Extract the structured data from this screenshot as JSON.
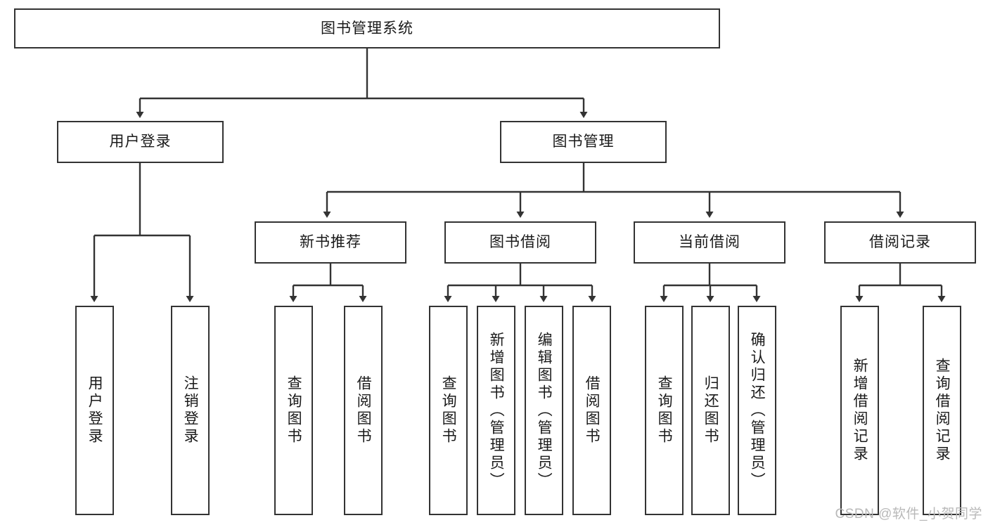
{
  "diagram": {
    "title": "图书管理系统",
    "type": "tree-hierarchy",
    "root": {
      "label": "图书管理系统"
    },
    "level2": [
      {
        "label": "用户登录"
      },
      {
        "label": "图书管理"
      }
    ],
    "level3": [
      {
        "label": "新书推荐"
      },
      {
        "label": "图书借阅"
      },
      {
        "label": "当前借阅"
      },
      {
        "label": "借阅记录"
      }
    ],
    "leaves": {
      "user_login": [
        {
          "label": "用户登录"
        },
        {
          "label": "注销登录"
        }
      ],
      "new_book_recommend": [
        {
          "label": "查询图书"
        },
        {
          "label": "借阅图书"
        }
      ],
      "book_borrow": [
        {
          "label": "查询图书"
        },
        {
          "label": "新增图书（管理员）"
        },
        {
          "label": "编辑图书（管理员）"
        },
        {
          "label": "借阅图书"
        }
      ],
      "current_borrow": [
        {
          "label": "查询图书"
        },
        {
          "label": "归还图书"
        },
        {
          "label": "确认归还（管理员）"
        }
      ],
      "borrow_record": [
        {
          "label": "新增借阅记录"
        },
        {
          "label": "查询借阅记录"
        }
      ]
    },
    "watermark": "CSDN @软件_小贺同学",
    "colors": {
      "stroke": "#333333",
      "background": "#ffffff",
      "text": "#1a1a1a",
      "watermark": "#b9b9b9"
    }
  }
}
